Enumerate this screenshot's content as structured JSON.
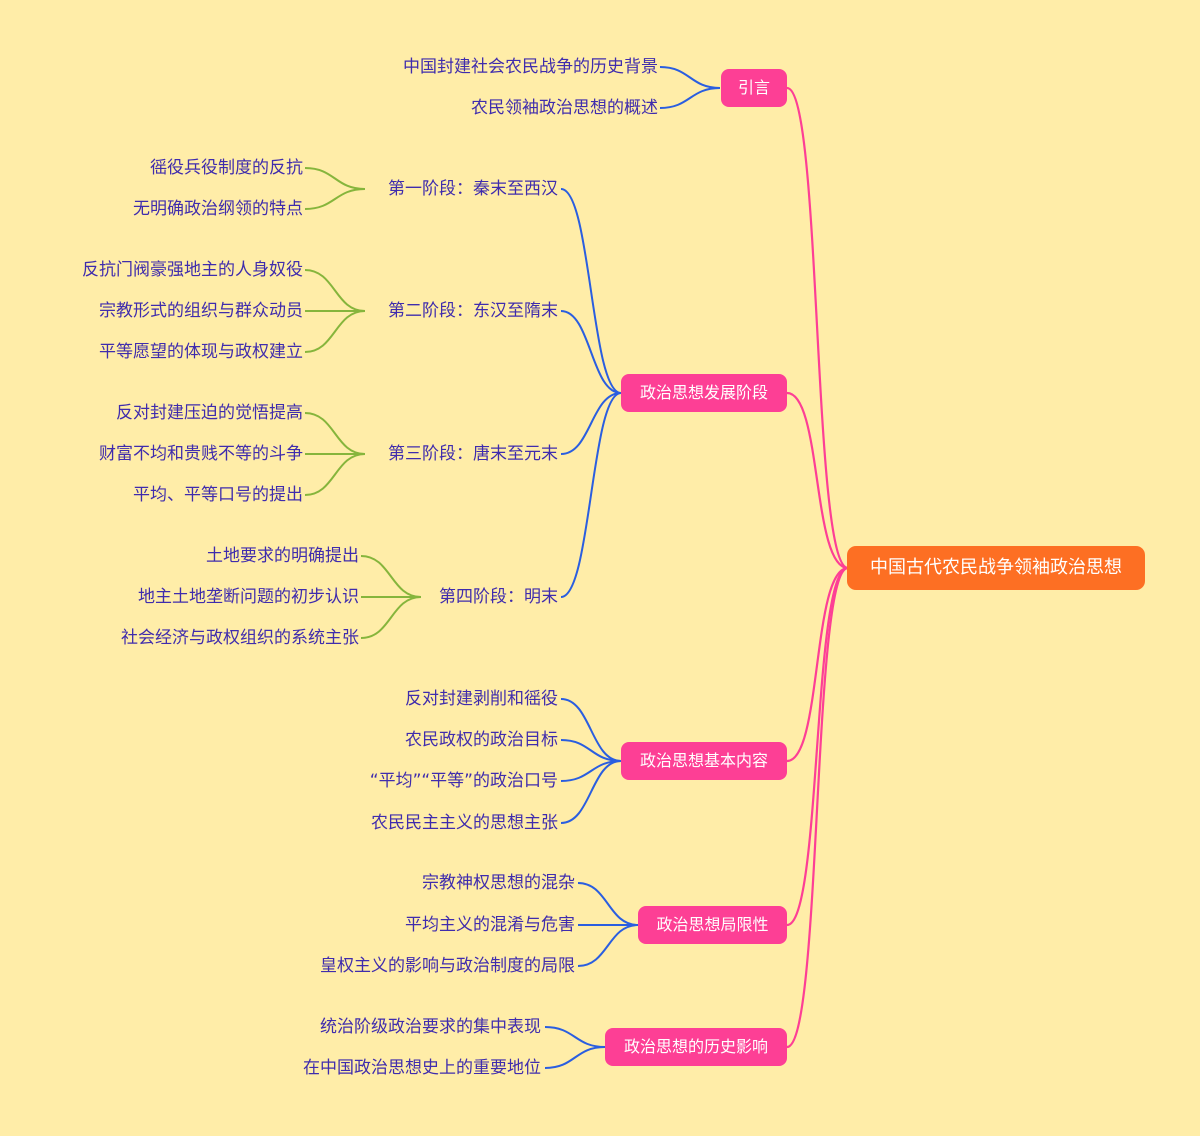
{
  "root": "中国古代农民战争领袖政治思想",
  "branches": [
    {
      "label": "引言",
      "items": [
        "中国封建社会农民战争的历史背景",
        "农民领袖政治思想的概述"
      ]
    },
    {
      "label": "政治思想发展阶段",
      "stages": [
        {
          "label": "第一阶段：秦末至西汉",
          "items": [
            "徭役兵役制度的反抗",
            "无明确政治纲领的特点"
          ]
        },
        {
          "label": "第二阶段：东汉至隋末",
          "items": [
            "反抗门阀豪强地主的人身奴役",
            "宗教形式的组织与群众动员",
            "平等愿望的体现与政权建立"
          ]
        },
        {
          "label": "第三阶段：唐末至元末",
          "items": [
            "反对封建压迫的觉悟提高",
            "财富不均和贵贱不等的斗争",
            "平均、平等口号的提出"
          ]
        },
        {
          "label": "第四阶段：明末",
          "items": [
            "土地要求的明确提出",
            "地主土地垄断问题的初步认识",
            "社会经济与政权组织的系统主张"
          ]
        }
      ]
    },
    {
      "label": "政治思想基本内容",
      "items": [
        "反对封建剥削和徭役",
        "农民政权的政治目标",
        "“平均”“平等”的政治口号",
        "农民民主主义的思想主张"
      ]
    },
    {
      "label": "政治思想局限性",
      "items": [
        "宗教神权思想的混杂",
        "平均主义的混淆与危害",
        "皇权主义的影响与政治制度的局限"
      ]
    },
    {
      "label": "政治思想的历史影响",
      "items": [
        "统治阶级政治要求的集中表现",
        "在中国政治思想史上的重要地位"
      ]
    }
  ],
  "colors": {
    "background": "#ffeda8",
    "root": "#fd6f23",
    "branch": "#fd3f95",
    "link_main": "#fd3f95",
    "link_sub": "#2a5ee0",
    "link_leaf": "#86b53c",
    "text": "#3f2cad"
  }
}
